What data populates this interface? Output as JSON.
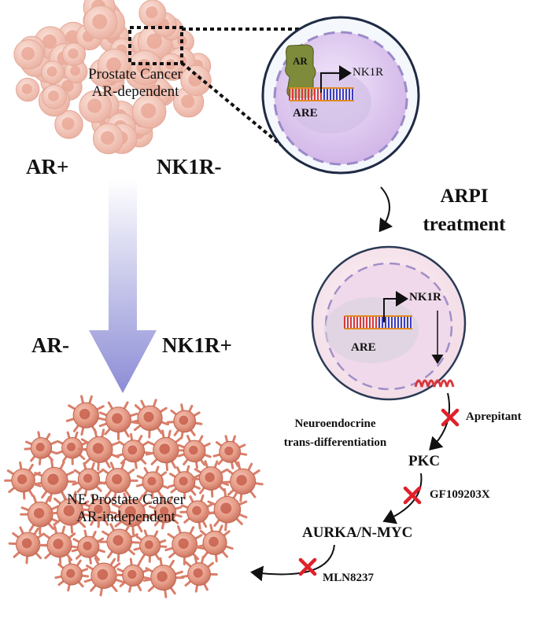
{
  "top_tumor": {
    "line1": "Prostate Cancer",
    "line2": "AR-dependent"
  },
  "bottom_tumor": {
    "line1": "NE Prostate Cancer",
    "line2": "AR-independent"
  },
  "state_before": {
    "ar": "AR+",
    "nk1r": "NK1R-"
  },
  "state_after": {
    "ar": "AR-",
    "nk1r": "NK1R+"
  },
  "treatment": {
    "line1": "ARPI",
    "line2": "treatment"
  },
  "cell_top": {
    "ar_label": "AR",
    "gene_label": "NK1R",
    "element_label": "ARE"
  },
  "cell_bottom": {
    "gene_label": "NK1R",
    "element_label": "ARE"
  },
  "process": {
    "line1": "Neuroendocrine",
    "line2": "trans-differentiation"
  },
  "pathway": {
    "steps": [
      "PKC",
      "AURKA/N-MYC"
    ],
    "inhibitors": [
      "Aprepitant",
      "GF109203X",
      "MLN8237"
    ]
  },
  "colors": {
    "tumor": "#e99a86",
    "cell_membrane": "#2b3a55",
    "nucleus_top": "#d9c2ea",
    "inhibitor_x": "#e0202a",
    "arrow": "#8e8ed8"
  }
}
